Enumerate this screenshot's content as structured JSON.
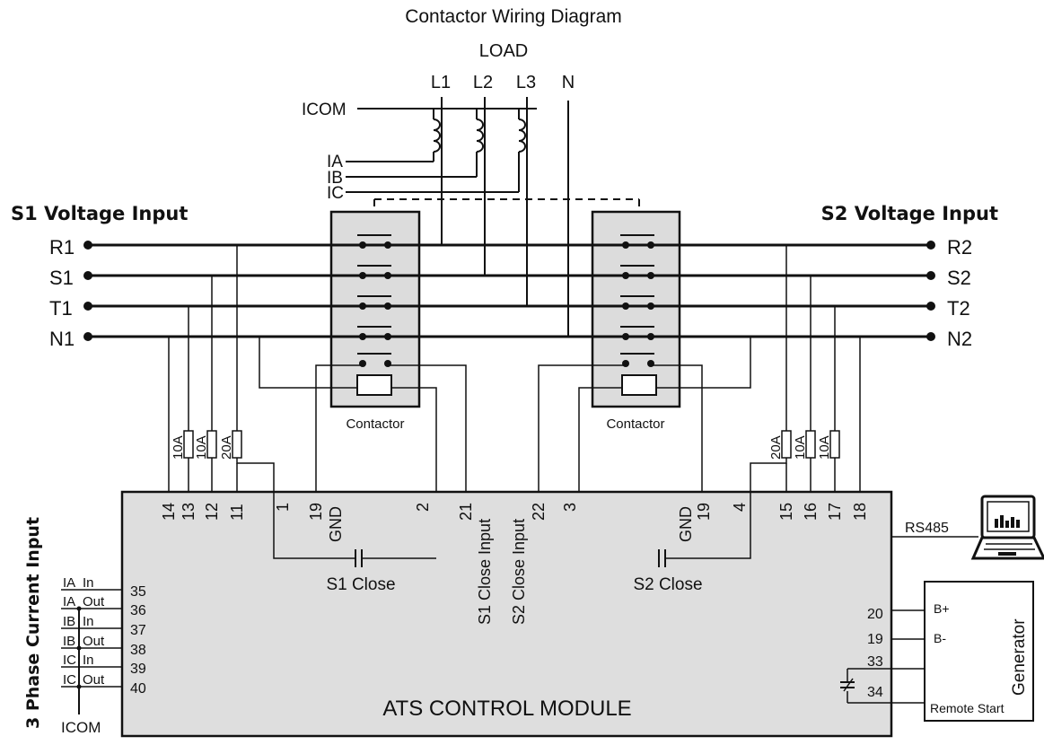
{
  "title": "Contactor Wiring Diagram",
  "load": {
    "label": "LOAD",
    "phases": [
      "L1",
      "L2",
      "L3",
      "N"
    ]
  },
  "ct": {
    "common": "ICOM",
    "lines": [
      "IA",
      "IB",
      "IC"
    ]
  },
  "s1": {
    "heading": "S1 Voltage Input",
    "lines": [
      "R1",
      "S1",
      "T1",
      "N1"
    ]
  },
  "s2": {
    "heading": "S2 Voltage Input",
    "lines": [
      "R2",
      "S2",
      "T2",
      "N2"
    ]
  },
  "contactor": {
    "left_label": "Contactor",
    "right_label": "Contactor"
  },
  "fuses": {
    "left": [
      "10A",
      "10A",
      "20A"
    ],
    "right": [
      "20A",
      "10A",
      "10A"
    ]
  },
  "module": {
    "name": "ATS CONTROL MODULE",
    "top_terminals": {
      "t14": "14",
      "t13": "13",
      "t12": "12",
      "t11": "11",
      "t1": "1",
      "t19a": "19",
      "gnd_a": "GND",
      "t2": "2",
      "t21": "21",
      "s1_close_input": "S1 Close Input",
      "t22": "22",
      "s2_close_input": "S2 Close Input",
      "t3": "3",
      "gnd_b": "GND",
      "t19b": "19",
      "t4": "4",
      "t15": "15",
      "t16": "16",
      "t17": "17",
      "t18": "18"
    },
    "s1_close": "S1 Close",
    "s2_close": "S2 Close",
    "left_terminals": [
      "35",
      "36",
      "37",
      "38",
      "39",
      "40"
    ],
    "right_terminals": [
      "20",
      "19",
      "33",
      "34"
    ]
  },
  "current_input": {
    "heading": "3 Phase Current Input",
    "rows": [
      {
        "ct": "IA",
        "dir": "In"
      },
      {
        "ct": "IA",
        "dir": "Out"
      },
      {
        "ct": "IB",
        "dir": "In"
      },
      {
        "ct": "IB",
        "dir": "Out"
      },
      {
        "ct": "IC",
        "dir": "In"
      },
      {
        "ct": "IC",
        "dir": "Out"
      }
    ],
    "common": "ICOM"
  },
  "comm": {
    "label": "RS485",
    "laptop_icon": "laptop-icon"
  },
  "generator": {
    "name": "Generator",
    "b_plus": "B+",
    "b_minus": "B-",
    "remote_start": "Remote Start"
  }
}
